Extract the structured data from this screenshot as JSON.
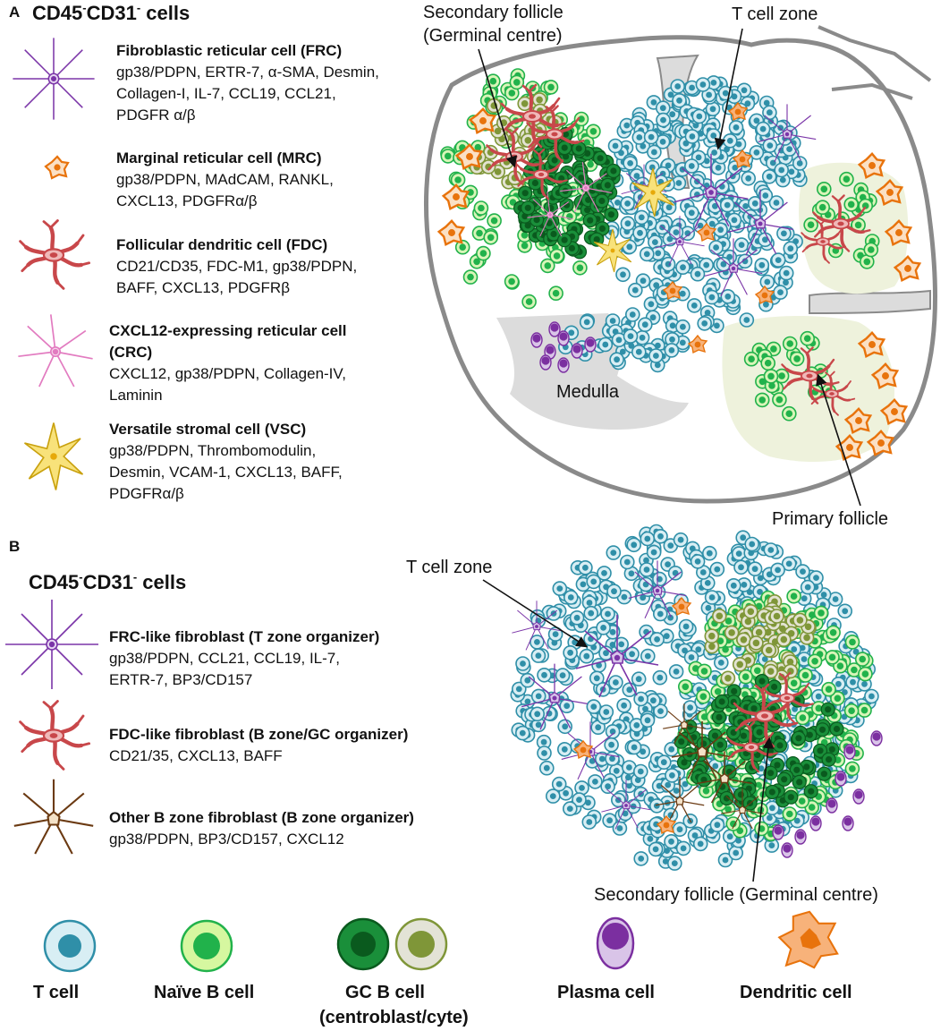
{
  "panel_a": {
    "label": "A",
    "heading": {
      "base": "CD45",
      "sup1": "-",
      "mid": "CD31",
      "sup2": "-",
      "tail": " cells"
    },
    "legend": [
      {
        "icon": "frc-icon",
        "title": "Fibroblastic reticular cell (FRC)",
        "lines": [
          "gp38/PDPN, ERTR-7, α-SMA, Desmin,",
          "Collagen-I, IL-7, CCL19, CCL21,",
          "PDGFR α/β"
        ],
        "color": "#7b35a8"
      },
      {
        "icon": "mrc-icon",
        "title": "Marginal reticular cell (MRC)",
        "lines": [
          "gp38/PDPN, MAdCAM, RANKL,",
          "CXCL13, PDGFRα/β"
        ],
        "color": "#e8730c"
      },
      {
        "icon": "fdc-icon",
        "title": "Follicular dendritic cell (FDC)",
        "lines": [
          "CD21/CD35, FDC-M1, gp38/PDPN,",
          "BAFF, CXCL13, PDGFRβ"
        ],
        "color": "#c8474a"
      },
      {
        "icon": "crc-icon",
        "title": "CXCL12-expressing reticular cell",
        "title2": "(CRC)",
        "lines": [
          "CXCL12, gp38/PDPN, Collagen-IV,",
          "Laminin"
        ],
        "color": "#e27bc0"
      },
      {
        "icon": "vsc-icon",
        "title": "Versatile stromal cell (VSC)",
        "lines": [
          "gp38/PDPN, Thrombomodulin,",
          "Desmin, VCAM-1, CXCL13, BAFF,",
          "PDGFRα/β"
        ],
        "color": "#f2c81c"
      }
    ],
    "labels": {
      "secondary_follicle_1": "Secondary follicle",
      "secondary_follicle_2": "(Germinal centre)",
      "t_cell_zone": "T cell zone",
      "medulla": "Medulla",
      "primary_follicle": "Primary follicle"
    }
  },
  "panel_b": {
    "label": "B",
    "heading": {
      "base": "CD45",
      "sup1": "-",
      "mid": "CD31",
      "sup2": "-",
      "tail": " cells"
    },
    "legend": [
      {
        "icon": "frc-like-icon",
        "title": "FRC-like fibroblast (T zone organizer)",
        "lines": [
          "gp38/PDPN, CCL21, CCL19, IL-7,",
          "ERTR-7, BP3/CD157"
        ],
        "color": "#7b35a8"
      },
      {
        "icon": "fdc-like-icon",
        "title": "FDC-like fibroblast (B zone/GC organizer)",
        "lines": [
          "CD21/35, CXCL13, BAFF"
        ],
        "color": "#c8474a"
      },
      {
        "icon": "other-b-fibroblast-icon",
        "title": "Other B zone fibroblast (B zone organizer)",
        "lines": [
          "gp38/PDPN, BP3/CD157, CXCL12"
        ],
        "color": "#6b3a12"
      }
    ],
    "labels": {
      "t_cell_zone": "T cell zone",
      "secondary_follicle": "Secondary follicle (Germinal centre)"
    }
  },
  "cell_key": [
    {
      "icon": "t-cell-icon",
      "label": "T cell"
    },
    {
      "icon": "naive-b-cell-icon",
      "label": "Naïve B cell"
    },
    {
      "icon": "gc-b-cell-icon",
      "label": "GC B cell",
      "label2": "(centroblast/cyte)"
    },
    {
      "icon": "plasma-cell-icon",
      "label": "Plasma cell"
    },
    {
      "icon": "dendritic-cell-icon",
      "label": "Dendritic cell"
    }
  ],
  "colors": {
    "t_cell": "#2f8fa8",
    "naive_b": "#21b24b",
    "gc_dark": "#0f7a2c",
    "gc_light": "#8a9a3a",
    "plasma": "#7b2fa0",
    "dendritic": "#e8730c",
    "frc": "#7b35a8",
    "fdc": "#c8474a",
    "crc": "#e27bc0",
    "vsc": "#f2c81c",
    "other_b": "#6b3a12",
    "capsule": "#8a8a8a",
    "medulla": "#dcdcdc",
    "primary_follicle_fill": "#eef2dc"
  }
}
